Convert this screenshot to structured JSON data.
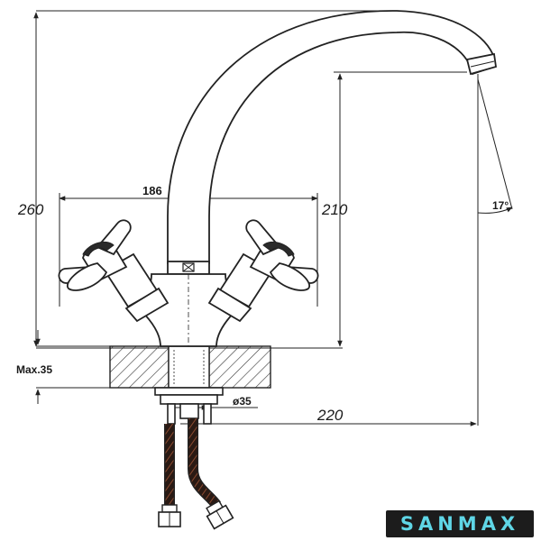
{
  "drawing": {
    "dims": {
      "total_height": "260",
      "handle_span": "186",
      "spout_height": "210",
      "swivel_angle": "17°",
      "max_mount": "Max.35",
      "diameter": "ø35",
      "reach": "220"
    }
  },
  "brand": {
    "name": "SANMAX",
    "color": "#5fd6e6",
    "bg": "#1c1c1c"
  }
}
